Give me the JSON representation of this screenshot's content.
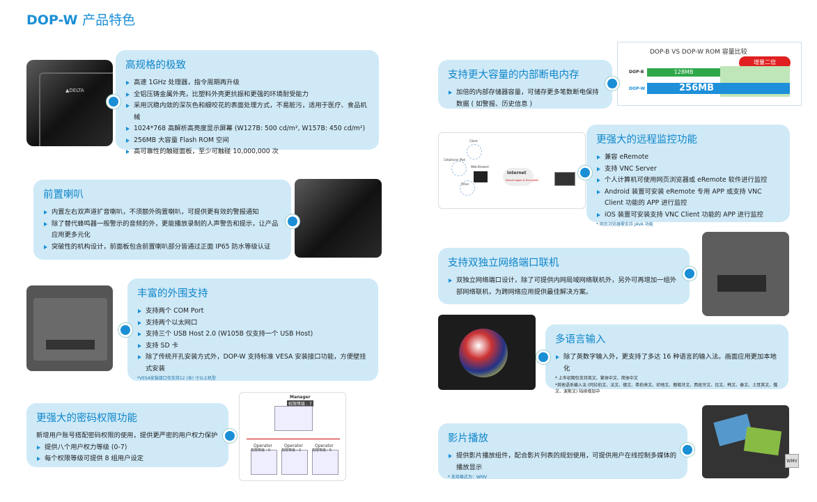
{
  "header": {
    "brand": "DOP-W",
    "subtitle": "产品特色"
  },
  "features": {
    "high_spec": {
      "title": "高规格的极致",
      "items": [
        "高速 1GHz 处理器，指令周期再升级",
        "全铝压铸金属外壳，比塑料外壳更抗振和更强的环境耐受能力",
        "采用沉稳内敛的深灰色和细咬花的表面处理方式，不易脏污，适用于医疗、食品机械",
        "1024*768 高解析高亮度显示屏幕 (W127B: 500 cd/m², W157B: 450 cd/m²)",
        "256MB 大容量 Flash ROM 空间",
        "高可靠性的触碰面板，至少可触碰 10,000,000 次"
      ]
    },
    "speaker": {
      "title": "前置喇叭",
      "items": [
        "内置左右双声道扩音喇叭，不须额外购置喇叭，可提供更有效的警报通知",
        "除了替代蜂鸣器一般警示的音频的外，更能播放录制的人声警告和提示，让产品应用更多元化",
        "突破性的机构设计，前面板包含前置喇叭部分皆通过正面 IP65 防水等级认证"
      ]
    },
    "peripheral": {
      "title": "丰富的外围支持",
      "items": [
        "支持两个 COM Port",
        "支持两个以太网口",
        "支持三个 USB Host 2.0 (W105B 仅支持一个 USB Host)",
        "支持 SD 卡",
        "除了传统开孔安装方式外，DOP-W 支持标准 VESA 安装接口功能，方便壁挂式安装"
      ],
      "note": "*VESA安装接口仅支持12 (含) 寸以上机型"
    },
    "password": {
      "title": "更强大的密码权限功能",
      "lead": "新增用户账号搭配密码权限的使用，提供更严密的用户权力保护",
      "items": [
        "提供八个用户权力等级 (0-7)",
        "每个权限等级可提供 8 组用户设定"
      ]
    },
    "memory": {
      "title": "支持更大容量的内部断电内存",
      "items": [
        "加倍的内部存储器容量，可储存更多笔数断电保持数据 ( 如警报、历史信息 )"
      ]
    },
    "remote": {
      "title": "更强大的远程监控功能",
      "items": [
        "兼容 eRemote",
        "支持 VNC Server",
        "个人计算机可使用网页浏览器或 eRemote 软件进行监控",
        "Android 装置可安装 eRemote 专用 APP 或支持 VNC Client 功能的 APP 进行监控",
        "iOS 装置可安装支持 VNC Client 功能的 APP 进行监控"
      ],
      "note": "* 网页浏览器需支持 JAVA 功能"
    },
    "network": {
      "title": "支持双独立网络端口联机",
      "items": [
        "双独立网络端口设计，除了可提供内网局域网络联机外，另外可再增加一组外部网络联机，为跨网络应用提供最佳解决方案。"
      ]
    },
    "language": {
      "title": "多语言输入",
      "items": [
        "除了英数字输入外，更支持了多达 16 种语言的输入法。画面应用更加本地化"
      ],
      "notes": [
        "* 上市初期仅支持英文、繁体中文、简体中文",
        "*其他语系输入法 (阿拉伯文、法文、德文、希伯来文、印地文、葡萄牙文、西班牙文、日文、韩文、泰文、土耳其文、俄文、波斯文) 陆续增加中"
      ]
    },
    "video": {
      "title": "影片播放",
      "items": [
        "提供影片播放组件，配合影片列表的规划使用，可提供用户在线控制多媒体的播放显示"
      ],
      "note": "* 支持格式为：WMV"
    }
  },
  "rom_chart": {
    "title": "DOP-B VS DOP-W ROM 容量比较",
    "badge": "增量二倍",
    "rows": [
      {
        "label": "DOP-B",
        "value": "128MB"
      },
      {
        "label": "DOP-W",
        "value": "256MB"
      }
    ]
  },
  "remote_diagram": {
    "internet": "Internet",
    "secure": "Secure Logon & Encryption",
    "web": "Web Browser",
    "phone": "Cellphone/ iPad",
    "client": "Client",
    "other": "Other"
  },
  "password_diagram": {
    "manager": "Manager",
    "manager_level": "权限等级 : 7",
    "operator": "Operator",
    "levels": [
      "权限等级 : 0",
      "权限等级 : 2",
      "权限等级 : 5"
    ]
  },
  "video_badge": "WMV",
  "colors": {
    "accent": "#1a8fd6",
    "card": "#cfe9f7",
    "green": "#2fa84a",
    "blue": "#1e8fd9",
    "red": "#e02020"
  }
}
